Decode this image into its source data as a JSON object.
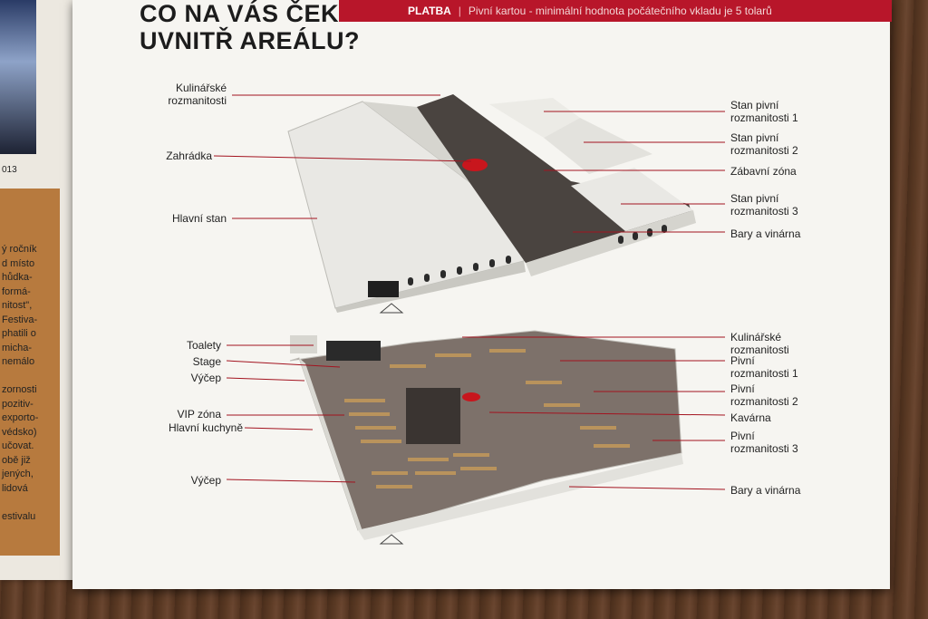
{
  "heading": {
    "line1": "CO NA VÁS ČEKÁ",
    "line2": "UVNITŘ AREÁLU?"
  },
  "banner": {
    "title": "PLATBA",
    "text": "Pivní kartou - minimální hodnota počátečního vkladu je 5 tolarů"
  },
  "left_magazine": {
    "year": "013",
    "lines": [
      "ý ročník",
      "d místo",
      "hůdka-",
      "formá-",
      "nitost\",",
      "Festiva-",
      "phatili o",
      "micha-",
      "nemálo",
      "",
      "zornosti",
      "pozitiv-",
      "exporto-",
      "védsko)",
      "učovat.",
      "obě již",
      "jených,",
      "lidová",
      "",
      "estivalu"
    ]
  },
  "top_labels": {
    "kulinarske": "Kulinářské\nrozmanitosti",
    "zahradka": "Zahrádka",
    "hlavni_stan": "Hlavní stan",
    "stan1": "Stan pivní\nrozmanitosti 1",
    "stan2": "Stan pivní\nrozmanitosti 2",
    "zabavni": "Zábavní zóna",
    "stan3": "Stan pivní\nrozmanitosti 3",
    "bary": "Bary a vinárna"
  },
  "bottom_labels": {
    "toalety": "Toalety",
    "stage": "Stage",
    "vycep1": "Výčep",
    "vip": "VIP zóna",
    "kuchyne": "Hlavní kuchyně",
    "vycep2": "Výčep",
    "kulinarske": "Kulinářské\nrozmanitosti",
    "pivni1": "Pivní\nrozmanitosti 1",
    "pivni2": "Pivní\nrozmanitosti 2",
    "kavarna": "Kavárna",
    "pivni3": "Pivní\nrozmanitosti 3",
    "bary": "Bary a vinárna"
  },
  "colors": {
    "accent": "#b8162a",
    "leader": "#a3131f",
    "paper": "#f6f5f1"
  }
}
